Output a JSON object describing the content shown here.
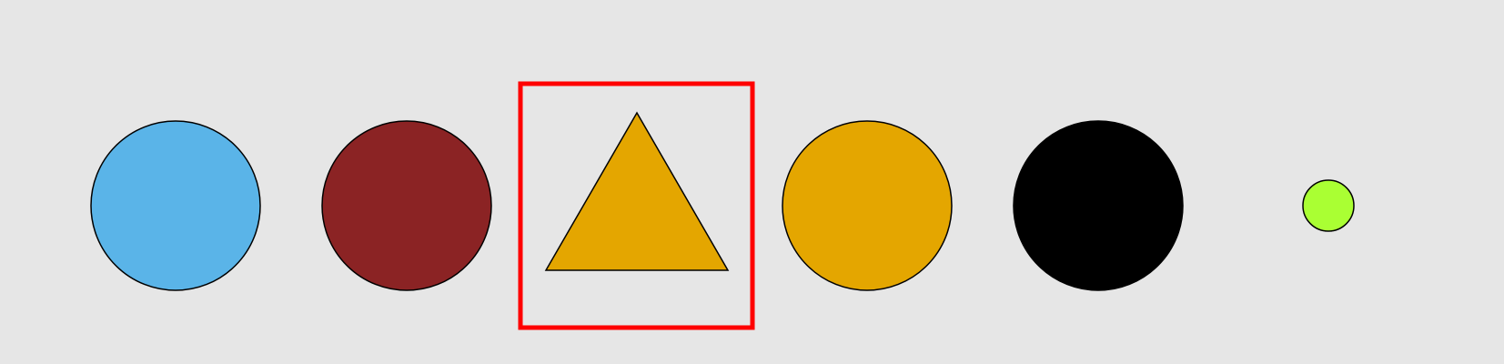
{
  "background_color": "#e6e6e6",
  "outline_color": "#000000",
  "shapes": [
    {
      "kind": "circle",
      "icon": "circle-icon",
      "fill": "#5ab4e8"
    },
    {
      "kind": "circle",
      "icon": "circle-icon",
      "fill": "#8b2324"
    },
    {
      "kind": "triangle",
      "icon": "triangle-icon",
      "fill": "#e4a600",
      "highlighted": true
    },
    {
      "kind": "circle",
      "icon": "circle-icon",
      "fill": "#e4a600"
    },
    {
      "kind": "circle",
      "icon": "circle-icon",
      "fill": "#000000"
    },
    {
      "kind": "circle",
      "icon": "circle-icon",
      "fill": "#aaff33"
    }
  ],
  "highlight": {
    "color": "#ff0000",
    "target_index": 2
  }
}
